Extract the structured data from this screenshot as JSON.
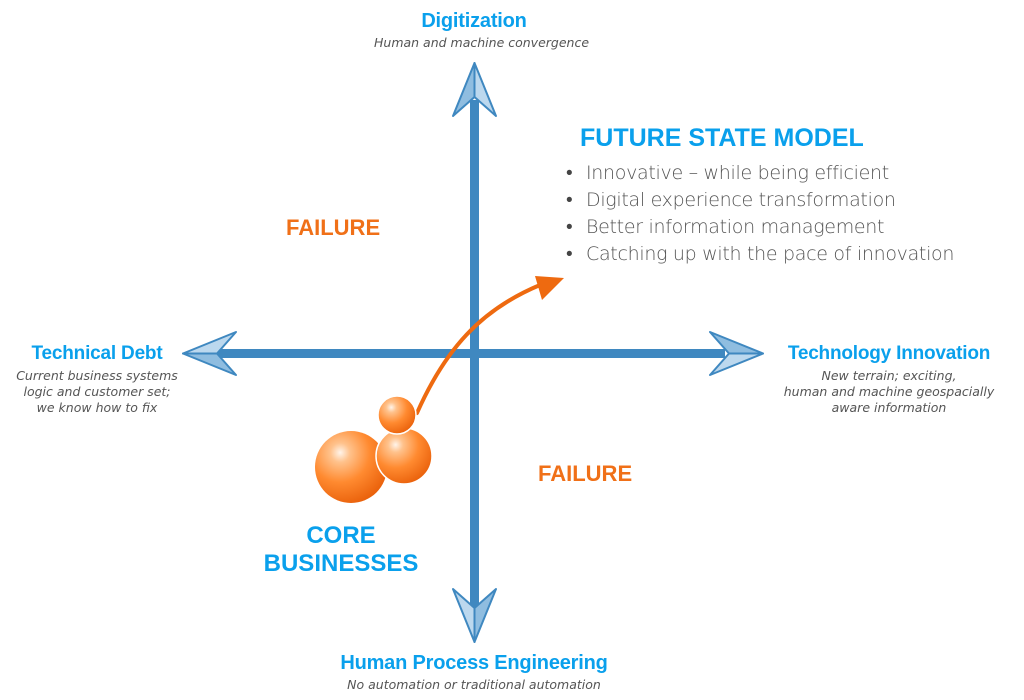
{
  "axes": {
    "top": {
      "title": "Digitization",
      "subtitle": [
        "Human and machine convergence"
      ]
    },
    "bottom": {
      "title": "Human Process Engineering",
      "subtitle": [
        "No automation or traditional automation"
      ]
    },
    "left": {
      "title": "Technical Debt",
      "subtitle": [
        "Current business systems",
        "logic and customer set;",
        "we know how to fix"
      ]
    },
    "right": {
      "title": "Technology Innovation",
      "subtitle": [
        "New terrain; exciting,",
        "human and machine geospacially",
        "aware information"
      ]
    }
  },
  "quadrants": {
    "top_left": {
      "label": "FAILURE"
    },
    "bottom_right": {
      "label": "FAILURE"
    }
  },
  "future_state": {
    "title": "FUTURE STATE MODEL",
    "bullets": [
      "Innovative – while being efficient",
      "Digital experience transformation",
      "Better information management",
      "Catching up with the pace of innovation"
    ]
  },
  "core": {
    "label_lines": [
      "CORE",
      "BUSINESSES"
    ]
  },
  "colors": {
    "axis": "#3f88c0",
    "arrowhead_light": "#a9cbe6",
    "arrowhead_dark": "#7fb0d8",
    "title_blue": "#0aa0ec",
    "orange": "#f07018",
    "text_gray": "#555555"
  }
}
